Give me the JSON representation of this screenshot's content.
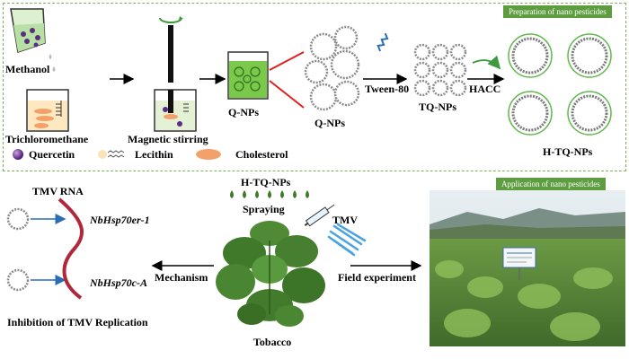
{
  "prep": {
    "title": "Preparation of nano pesticides",
    "methanol": "Methanol",
    "trichloromethane": "Trichloromethane",
    "magnetic": "Magnetic stirring",
    "qnps_a": "Q-NPs",
    "qnps_b": "Q-NPs",
    "tween": "Tween-80",
    "tqnps": "TQ-NPs",
    "hacc": "HACC",
    "htqnps": "H-TQ-NPs"
  },
  "legend": {
    "quercetin": "Quercetin",
    "lecithin": "Lecithin",
    "cholesterol": "Cholesterol"
  },
  "app": {
    "title": "Application of nano pesticides",
    "tmv_rna": "TMV RNA",
    "gene1": "NbHsp70er-1",
    "gene2": "NbHsp70c-A",
    "mechanism": "Mechanism",
    "inhibition": "Inhibition of TMV Replication",
    "htq": "H-TQ-NPs",
    "spraying": "Spraying",
    "tmv": "TMV",
    "tobacco": "Tobacco",
    "field": "Field experiment"
  },
  "colors": {
    "accent_green": "#5e9d3f",
    "red_line": "#e02020",
    "quercetin": "#6a2b8f",
    "cholesterol": "#f2a070",
    "rna": "#b0283a",
    "blue_arrow": "#2a6db5"
  }
}
